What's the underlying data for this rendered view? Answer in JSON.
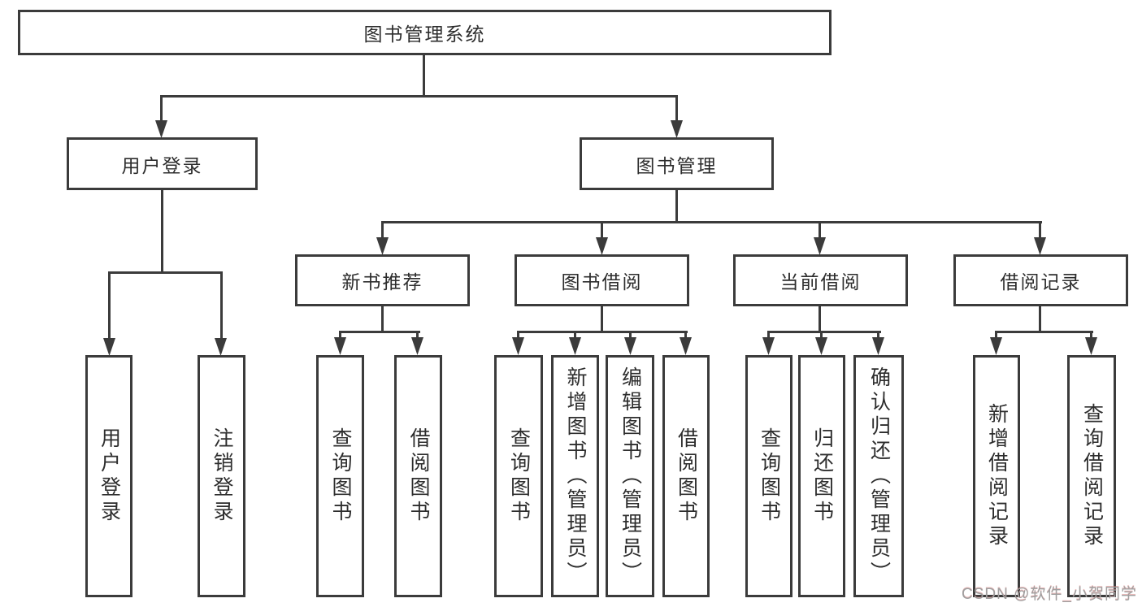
{
  "diagram": {
    "nodes": {
      "root": {
        "label": "图书管理系统"
      },
      "user_login": {
        "label": "用户登录"
      },
      "book_mgmt": {
        "label": "图书管理"
      },
      "new_book_rec": {
        "label": "新书推荐"
      },
      "book_borrow": {
        "label": "图书借阅"
      },
      "current_borrow": {
        "label": "当前借阅"
      },
      "borrow_record": {
        "label": "借阅记录"
      },
      "leaf_user_login": {
        "label": "用户登录"
      },
      "leaf_logout": {
        "label": "注销登录"
      },
      "leaf_nb_query": {
        "label": "查询图书"
      },
      "leaf_nb_borrow": {
        "label": "借阅图书"
      },
      "leaf_bb_query": {
        "label": "查询图书"
      },
      "leaf_bb_add": {
        "label": "新增图书（管理员）"
      },
      "leaf_bb_edit": {
        "label": "编辑图书（管理员）"
      },
      "leaf_bb_borrow": {
        "label": "借阅图书"
      },
      "leaf_cb_query": {
        "label": "查询图书"
      },
      "leaf_cb_return": {
        "label": "归还图书"
      },
      "leaf_cb_confirm": {
        "label": "确认归还（管理员）"
      },
      "leaf_br_add": {
        "label": "新增借阅记录"
      },
      "leaf_br_query": {
        "label": "查询借阅记录"
      }
    },
    "hierarchy": {
      "图书管理系统": [
        "用户登录",
        "图书管理"
      ],
      "用户登录": [
        "用户登录",
        "注销登录"
      ],
      "图书管理": [
        "新书推荐",
        "图书借阅",
        "当前借阅",
        "借阅记录"
      ],
      "新书推荐": [
        "查询图书",
        "借阅图书"
      ],
      "图书借阅": [
        "查询图书",
        "新增图书（管理员）",
        "编辑图书（管理员）",
        "借阅图书"
      ],
      "当前借阅": [
        "查询图书",
        "归还图书",
        "确认归还（管理员）"
      ],
      "借阅记录": [
        "新增借阅记录",
        "查询借阅记录"
      ]
    },
    "colors": {
      "line": "#3b3b3b",
      "text": "#2d2d2d",
      "background": "#ffffff",
      "watermark": "#9f9f9f"
    }
  },
  "watermark": {
    "text": "CSDN @软件_小贺同学"
  }
}
